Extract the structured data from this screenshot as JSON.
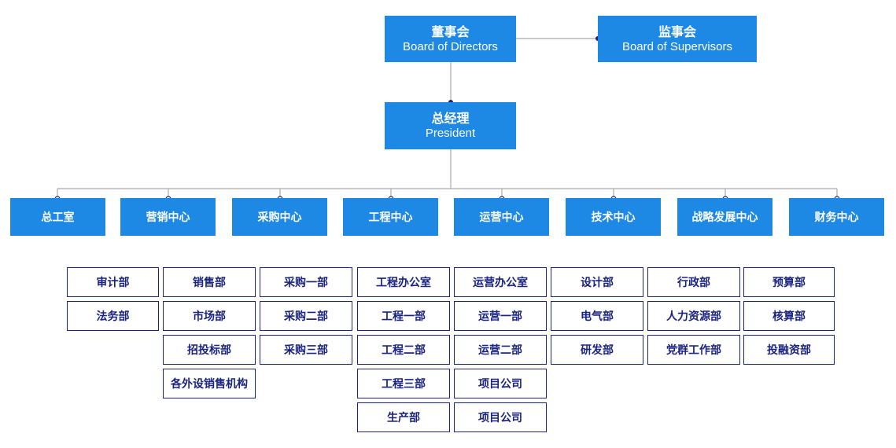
{
  "colors": {
    "primary_box": "#1e88e5",
    "box_text": "#ffffff",
    "sub_border": "#1a237e",
    "sub_text": "#1a237e",
    "connector": "#aaaaaa",
    "connector_dot": "#1a237e"
  },
  "board": {
    "cn": "董事会",
    "en": "Board of Directors"
  },
  "supervisors": {
    "cn": "监事会",
    "en": "Board of Supervisors"
  },
  "president": {
    "cn": "总经理",
    "en": "President"
  },
  "departments": [
    {
      "label": "总工室",
      "subs": [
        "审计部",
        "法务部"
      ]
    },
    {
      "label": "营销中心",
      "subs": [
        "销售部",
        "市场部",
        "招投标部",
        "各外设销售机构"
      ]
    },
    {
      "label": "采购中心",
      "subs": [
        "采购一部",
        "采购二部",
        "采购三部"
      ]
    },
    {
      "label": "工程中心",
      "subs": [
        "工程办公室",
        "工程一部",
        "工程二部",
        "工程三部",
        "生产部"
      ]
    },
    {
      "label": "运营中心",
      "subs": [
        "运营办公室",
        "运营一部",
        "运营二部",
        "项目公司",
        "项目公司"
      ]
    },
    {
      "label": "技术中心",
      "subs": [
        "设计部",
        "电气部",
        "研发部"
      ]
    },
    {
      "label": "战略发展中心",
      "subs": [
        "行政部",
        "人力资源部",
        "党群工作部"
      ]
    },
    {
      "label": "财务中心",
      "subs": [
        "预算部",
        "核算部",
        "投融资部"
      ]
    }
  ]
}
